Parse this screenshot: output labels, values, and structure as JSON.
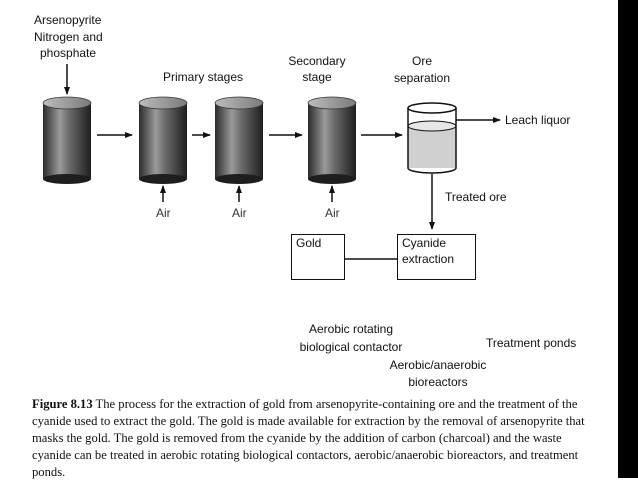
{
  "inputs": {
    "line1": "Arsenopyrite",
    "line2": "Nitrogen and",
    "line3": "phosphate"
  },
  "labels": {
    "primary": "Primary stages",
    "secondary_line1": "Secondary",
    "secondary_line2": "stage",
    "ore_line1": "Ore",
    "ore_line2": "separation",
    "leach": "Leach liquor",
    "treated": "Treated ore",
    "air1": "Air",
    "air2": "Air",
    "air3": "Air",
    "gold": "Gold",
    "cyanide_line1": "Cyanide",
    "cyanide_line2": "extraction",
    "aerobic_line1": "Aerobic rotating",
    "aerobic_line2": "biological contactor",
    "ponds": "Treatment ponds",
    "anaerobic_line1": "Aerobic/anaerobic",
    "anaerobic_line2": "bioreactors"
  },
  "caption": {
    "label": "Figure 8.13",
    "text": " The process for the extraction of gold from arsenopyrite-containing ore and the treatment of the cyanide used to extract the gold. The gold is made available for extraction by the removal of arsenopyrite that masks the gold. The gold is removed from the cyanide by the addition of carbon (charcoal) and the waste cyanide can be treated in aerobic rotating biological contactors, aerobic/anaerobic bioreactors, and treatment ponds."
  },
  "colors": {
    "cylinder_dark": "#2b2b2b",
    "cylinder_light": "#9a9a9a",
    "separator_water": "#d0d0d0",
    "edge_bar": "#000000"
  }
}
